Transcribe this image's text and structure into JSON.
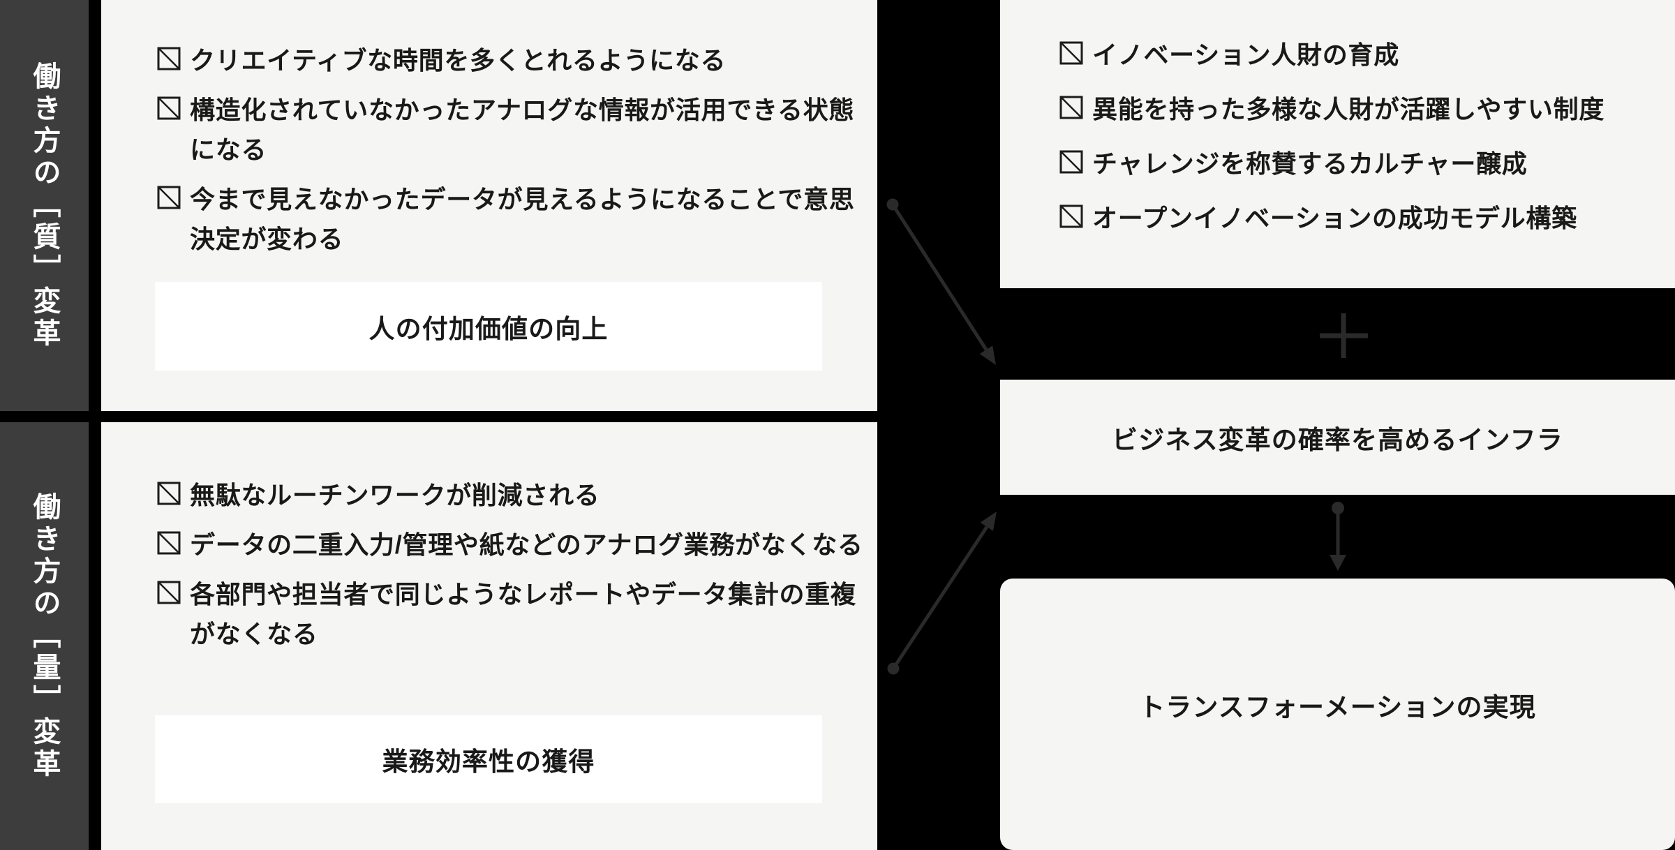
{
  "colors": {
    "background": "#000000",
    "sidebar": "#3d3d3d",
    "panel": "#f5f5f3",
    "card": "#ffffff",
    "text_dark": "#191919",
    "text_light": "#ffffff",
    "connector": "#2a2a2a"
  },
  "icons": {
    "checkbox": "square-with-diagonal",
    "plus": "+",
    "connector_start": "dot",
    "connector_end": "arrowhead"
  },
  "left": {
    "quality": {
      "sidebar_label": "働き方の［質］変革",
      "items": [
        "クリエイティブな時間を多くとれるようになる",
        "構造化されていなかったアナログな情報が活用できる状態になる",
        "今まで見えなかったデータが見えるようになることで意思決定が変わる"
      ],
      "result": "人の付加価値の向上"
    },
    "quantity": {
      "sidebar_label": "働き方の［量］変革",
      "items": [
        "無駄なルーチンワークが削減される",
        "データの二重入力/管理や紙などのアナログ業務がなくなる",
        "各部門や担当者で同じようなレポートやデータ集計の重複がなくなる"
      ],
      "result": "業務効率性の獲得"
    }
  },
  "right": {
    "innovation_items": [
      "イノベーション人財の育成",
      "異能を持った多様な人財が活躍しやすい制度",
      "チャレンジを称賛するカルチャー醸成",
      "オープンイノベーションの成功モデル構築"
    ],
    "infra_label": "ビジネス変革の確率を高めるインフラ",
    "transformation_label": "トランスフォーメーションの実現"
  }
}
